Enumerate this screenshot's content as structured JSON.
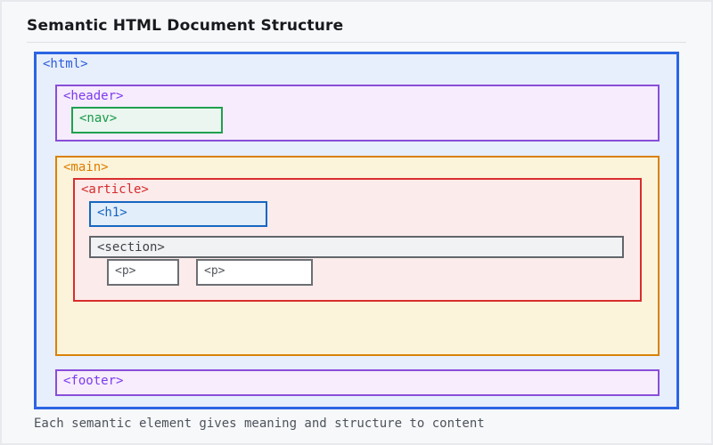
{
  "page": {
    "title": "Semantic HTML Document Structure",
    "caption": "Each semantic element gives meaning and structure to content"
  },
  "diagram": {
    "html": {
      "label": "<html>",
      "border_color": "#2b65e3",
      "background": "#e7eefc",
      "text_color": "#2c5edb"
    },
    "header": {
      "label": "<header>",
      "border_color": "#8a4ed8",
      "background": "#f6ecfd",
      "text_color": "#7c3aed"
    },
    "nav": {
      "label": "<nav>",
      "border_color": "#20a050",
      "background": "#eaf6ef",
      "text_color": "#189a4a"
    },
    "main": {
      "label": "<main>",
      "border_color": "#d9830a",
      "background": "#fcf4da",
      "text_color": "#dd7c00"
    },
    "article": {
      "label": "<article>",
      "border_color": "#d92d2d",
      "background": "#fcebeb",
      "text_color": "#d62b2b"
    },
    "h1": {
      "label": "<h1>",
      "border_color": "#1667c2",
      "background": "#e2eefa",
      "text_color": "#1565c0"
    },
    "section": {
      "label": "<section>",
      "border_color": "#62666b",
      "background": "#f1f2f4",
      "text_color": "#3f4347"
    },
    "p1": {
      "label": "<p>",
      "border_color": "#6b6f73",
      "background": "#ffffff",
      "text_color": "#55595e"
    },
    "p2": {
      "label": "<p>",
      "border_color": "#6b6f73",
      "background": "#ffffff",
      "text_color": "#55595e"
    },
    "footer": {
      "label": "<footer>",
      "border_color": "#8a4ed8",
      "background": "#f7edfd",
      "text_color": "#7c3aed"
    }
  }
}
